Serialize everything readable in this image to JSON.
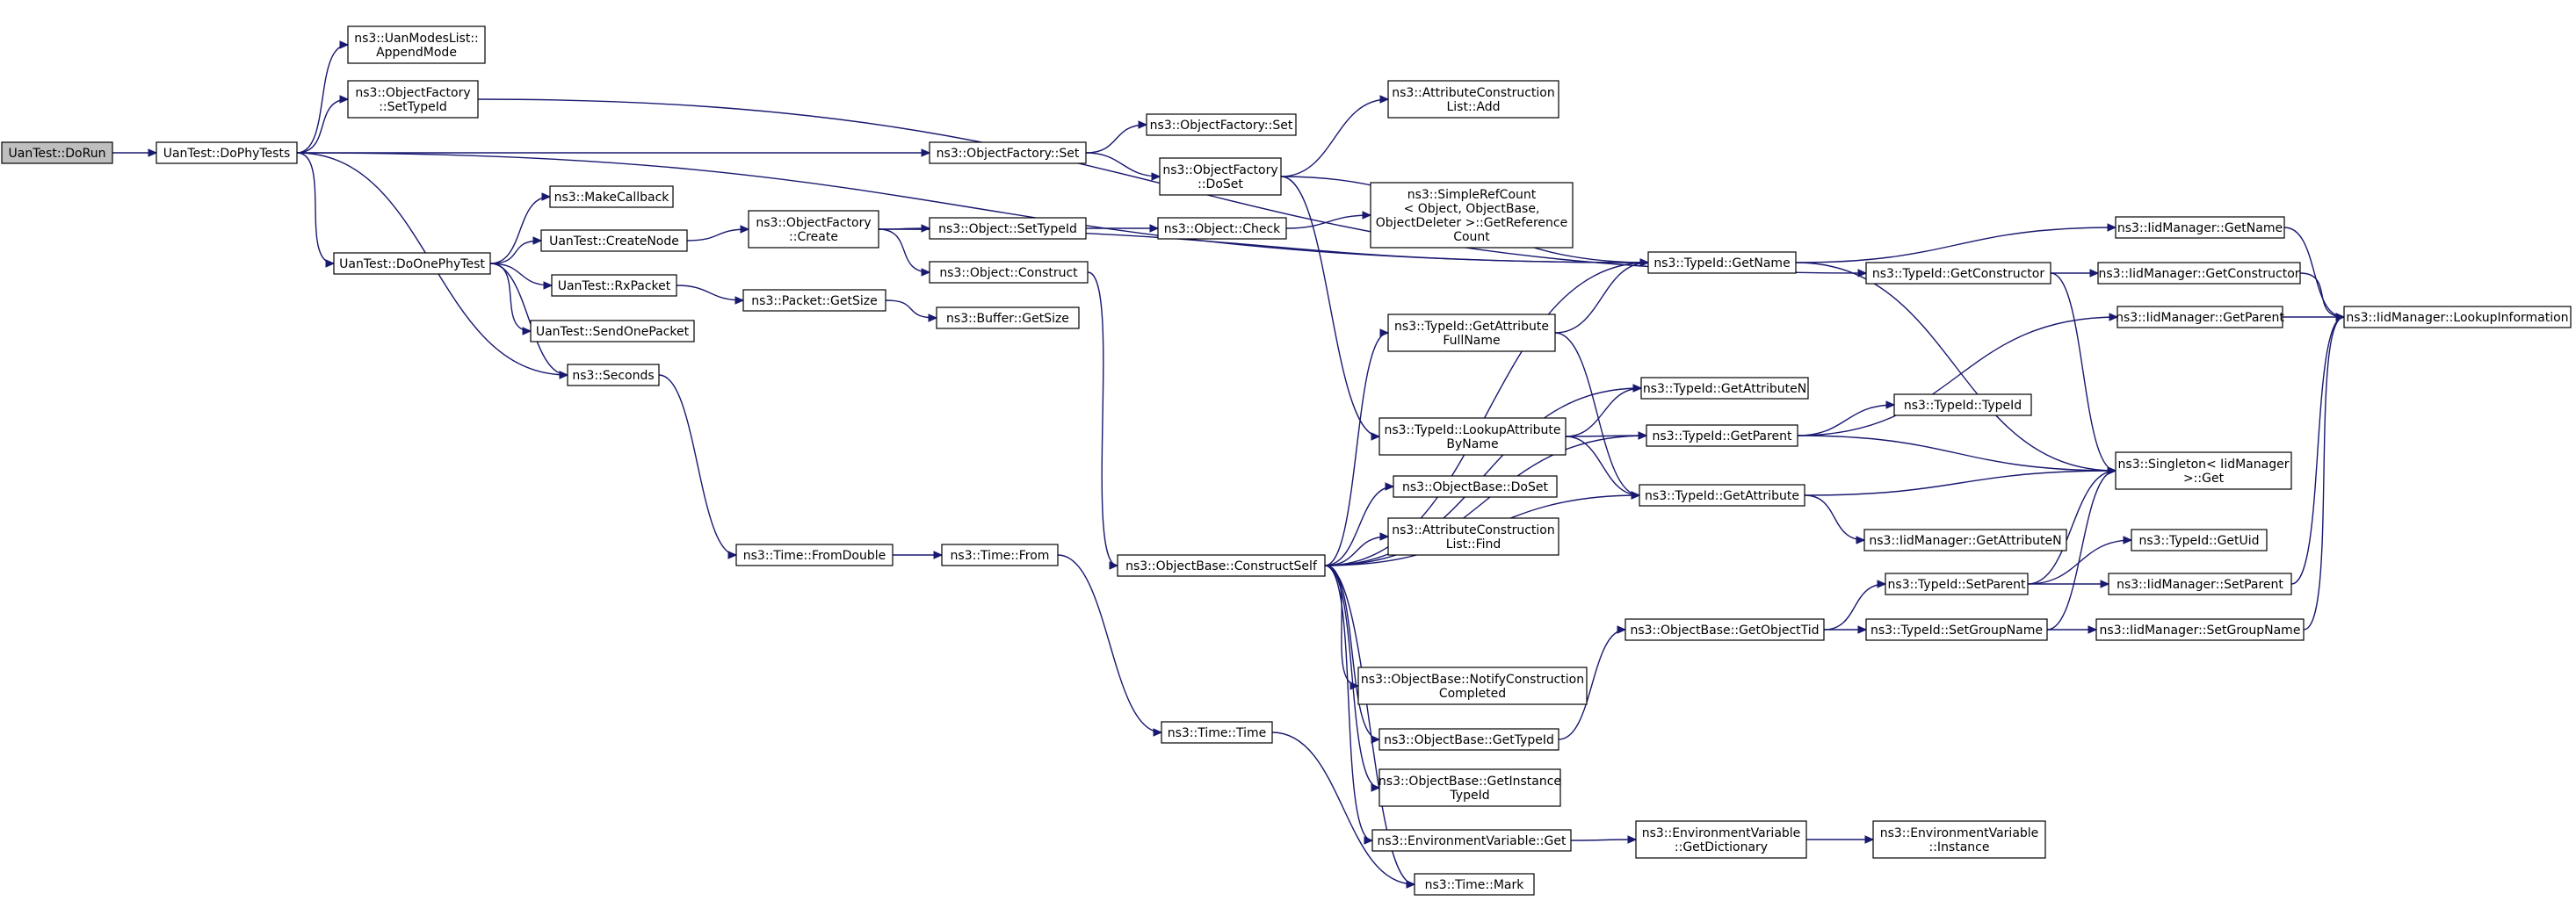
{
  "diagram": {
    "nodes": [
      {
        "id": "dorun",
        "lines": [
          "UanTest::DoRun"
        ],
        "root": true
      },
      {
        "id": "dophytests",
        "lines": [
          "UanTest::DoPhyTests"
        ]
      },
      {
        "id": "appendmode",
        "lines": [
          "ns3::UanModesList::",
          "AppendMode"
        ]
      },
      {
        "id": "ofsettypeid",
        "lines": [
          "ns3::ObjectFactory",
          "::SetTypeId"
        ]
      },
      {
        "id": "ofset",
        "lines": [
          "ns3::ObjectFactory::Set"
        ]
      },
      {
        "id": "ofset2",
        "lines": [
          "ns3::ObjectFactory::Set"
        ]
      },
      {
        "id": "ofdoset",
        "lines": [
          "ns3::ObjectFactory",
          "::DoSet"
        ]
      },
      {
        "id": "acladd",
        "lines": [
          "ns3::AttributeConstruction",
          "List::Add"
        ]
      },
      {
        "id": "makecallback",
        "lines": [
          "ns3::MakeCallback"
        ]
      },
      {
        "id": "doonephytest",
        "lines": [
          "UanTest::DoOnePhyTest"
        ]
      },
      {
        "id": "createnode",
        "lines": [
          "UanTest::CreateNode"
        ]
      },
      {
        "id": "ofcreate",
        "lines": [
          "ns3::ObjectFactory",
          "::Create"
        ]
      },
      {
        "id": "objsettypeid",
        "lines": [
          "ns3::Object::SetTypeId"
        ]
      },
      {
        "id": "objcheck",
        "lines": [
          "ns3::Object::Check"
        ]
      },
      {
        "id": "simplerefcount",
        "lines": [
          "ns3::SimpleRefCount",
          "< Object, ObjectBase,",
          "ObjectDeleter >::GetReference",
          "Count"
        ]
      },
      {
        "id": "objconstruct",
        "lines": [
          "ns3::Object::Construct"
        ]
      },
      {
        "id": "rxpacket",
        "lines": [
          "UanTest::RxPacket"
        ]
      },
      {
        "id": "packetgetsize",
        "lines": [
          "ns3::Packet::GetSize"
        ]
      },
      {
        "id": "buffergetsize",
        "lines": [
          "ns3::Buffer::GetSize"
        ]
      },
      {
        "id": "sendonepacket",
        "lines": [
          "UanTest::SendOnePacket"
        ]
      },
      {
        "id": "seconds",
        "lines": [
          "ns3::Seconds"
        ]
      },
      {
        "id": "timefromdouble",
        "lines": [
          "ns3::Time::FromDouble"
        ]
      },
      {
        "id": "timefrom",
        "lines": [
          "ns3::Time::From"
        ]
      },
      {
        "id": "timetime",
        "lines": [
          "ns3::Time::Time"
        ]
      },
      {
        "id": "timemark",
        "lines": [
          "ns3::Time::Mark"
        ]
      },
      {
        "id": "constructself",
        "lines": [
          "ns3::ObjectBase::ConstructSelf"
        ]
      },
      {
        "id": "tidgetattrfullname",
        "lines": [
          "ns3::TypeId::GetAttribute",
          "FullName"
        ]
      },
      {
        "id": "tidlookupattr",
        "lines": [
          "ns3::TypeId::LookupAttribute",
          "ByName"
        ]
      },
      {
        "id": "obdoset",
        "lines": [
          "ns3::ObjectBase::DoSet"
        ]
      },
      {
        "id": "aclfind",
        "lines": [
          "ns3::AttributeConstruction",
          "List::Find"
        ]
      },
      {
        "id": "obnotify",
        "lines": [
          "ns3::ObjectBase::NotifyConstruction",
          "Completed"
        ]
      },
      {
        "id": "obgettypeid",
        "lines": [
          "ns3::ObjectBase::GetTypeId"
        ]
      },
      {
        "id": "obgetinstance",
        "lines": [
          "ns3::ObjectBase::GetInstance",
          "TypeId"
        ]
      },
      {
        "id": "envget",
        "lines": [
          "ns3::EnvironmentVariable::Get"
        ]
      },
      {
        "id": "tidgetname",
        "lines": [
          "ns3::TypeId::GetName"
        ]
      },
      {
        "id": "tidgetattrn",
        "lines": [
          "ns3::TypeId::GetAttributeN"
        ]
      },
      {
        "id": "tidgetparent",
        "lines": [
          "ns3::TypeId::GetParent"
        ]
      },
      {
        "id": "tidgetattr",
        "lines": [
          "ns3::TypeId::GetAttribute"
        ]
      },
      {
        "id": "obgetobjecttid",
        "lines": [
          "ns3::ObjectBase::GetObjectTid"
        ]
      },
      {
        "id": "envgetdict",
        "lines": [
          "ns3::EnvironmentVariable",
          "::GetDictionary"
        ]
      },
      {
        "id": "tidgetconstructor",
        "lines": [
          "ns3::TypeId::GetConstructor"
        ]
      },
      {
        "id": "tidtypeid",
        "lines": [
          "ns3::TypeId::TypeId"
        ]
      },
      {
        "id": "iidgetattrn",
        "lines": [
          "ns3::IidManager::GetAttributeN"
        ]
      },
      {
        "id": "tidsetparent",
        "lines": [
          "ns3::TypeId::SetParent"
        ]
      },
      {
        "id": "tidsetgroupname",
        "lines": [
          "ns3::TypeId::SetGroupName"
        ]
      },
      {
        "id": "envinstance",
        "lines": [
          "ns3::EnvironmentVariable",
          "::Instance"
        ]
      },
      {
        "id": "iidgetname",
        "lines": [
          "ns3::IidManager::GetName"
        ]
      },
      {
        "id": "iidgetconstructor",
        "lines": [
          "ns3::IidManager::GetConstructor"
        ]
      },
      {
        "id": "iidgetparent",
        "lines": [
          "ns3::IidManager::GetParent"
        ]
      },
      {
        "id": "singleton",
        "lines": [
          "ns3::Singleton< IidManager",
          ">::Get"
        ]
      },
      {
        "id": "tidgetuid",
        "lines": [
          "ns3::TypeId::GetUid"
        ]
      },
      {
        "id": "iidsetparent",
        "lines": [
          "ns3::IidManager::SetParent"
        ]
      },
      {
        "id": "iidsetgroupname",
        "lines": [
          "ns3::IidManager::SetGroupName"
        ]
      },
      {
        "id": "iidlookup",
        "lines": [
          "ns3::IidManager::LookupInformation"
        ]
      }
    ],
    "edges": [
      [
        "dorun",
        "dophytests"
      ],
      [
        "dophytests",
        "appendmode"
      ],
      [
        "dophytests",
        "ofsettypeid"
      ],
      [
        "dophytests",
        "ofset"
      ],
      [
        "dophytests",
        "doonephytest"
      ],
      [
        "dophytests",
        "seconds"
      ],
      [
        "dophytests",
        "tidgetname"
      ],
      [
        "ofsettypeid",
        "tidgetconstructor"
      ],
      [
        "ofset",
        "ofset2"
      ],
      [
        "ofset",
        "ofdoset"
      ],
      [
        "ofdoset",
        "acladd"
      ],
      [
        "ofdoset",
        "tidgetname"
      ],
      [
        "ofdoset",
        "tidlookupattr"
      ],
      [
        "doonephytest",
        "makecallback"
      ],
      [
        "doonephytest",
        "createnode"
      ],
      [
        "doonephytest",
        "rxpacket"
      ],
      [
        "doonephytest",
        "sendonepacket"
      ],
      [
        "doonephytest",
        "seconds"
      ],
      [
        "createnode",
        "ofcreate"
      ],
      [
        "ofcreate",
        "objsettypeid"
      ],
      [
        "ofcreate",
        "objconstruct"
      ],
      [
        "ofcreate",
        "tidgetname"
      ],
      [
        "objsettypeid",
        "objcheck"
      ],
      [
        "objcheck",
        "simplerefcount"
      ],
      [
        "objconstruct",
        "constructself"
      ],
      [
        "rxpacket",
        "packetgetsize"
      ],
      [
        "packetgetsize",
        "buffergetsize"
      ],
      [
        "seconds",
        "timefromdouble"
      ],
      [
        "timefromdouble",
        "timefrom"
      ],
      [
        "timefrom",
        "timetime"
      ],
      [
        "timetime",
        "timemark"
      ],
      [
        "constructself",
        "tidgetattrfullname"
      ],
      [
        "constructself",
        "obdoset"
      ],
      [
        "constructself",
        "aclfind"
      ],
      [
        "constructself",
        "obnotify"
      ],
      [
        "constructself",
        "obgettypeid"
      ],
      [
        "constructself",
        "obgetinstance"
      ],
      [
        "constructself",
        "envget"
      ],
      [
        "constructself",
        "tidgetname"
      ],
      [
        "constructself",
        "tidgetattrn"
      ],
      [
        "constructself",
        "tidgetparent"
      ],
      [
        "constructself",
        "tidgetattr"
      ],
      [
        "constructself",
        "timemark"
      ],
      [
        "tidgetattrfullname",
        "tidgetname"
      ],
      [
        "tidgetattrfullname",
        "tidgetattr"
      ],
      [
        "tidlookupattr",
        "tidgetattrn"
      ],
      [
        "tidlookupattr",
        "tidgetparent"
      ],
      [
        "tidlookupattr",
        "tidgetattr"
      ],
      [
        "obgettypeid",
        "obgetobjecttid"
      ],
      [
        "obgetobjecttid",
        "tidsetparent"
      ],
      [
        "obgetobjecttid",
        "tidsetgroupname"
      ],
      [
        "envget",
        "envgetdict"
      ],
      [
        "envgetdict",
        "envinstance"
      ],
      [
        "tidgetname",
        "iidgetname"
      ],
      [
        "tidgetname",
        "singleton"
      ],
      [
        "tidgetparent",
        "iidgetparent"
      ],
      [
        "tidgetparent",
        "tidtypeid"
      ],
      [
        "tidgetparent",
        "singleton"
      ],
      [
        "tidgetattr",
        "singleton"
      ],
      [
        "tidgetattr",
        "iidgetattrn"
      ],
      [
        "tidgetconstructor",
        "iidgetconstructor"
      ],
      [
        "tidgetconstructor",
        "singleton"
      ],
      [
        "tidsetparent",
        "singleton"
      ],
      [
        "tidsetparent",
        "tidgetuid"
      ],
      [
        "tidsetparent",
        "iidsetparent"
      ],
      [
        "tidsetgroupname",
        "singleton"
      ],
      [
        "tidsetgroupname",
        "iidsetgroupname"
      ],
      [
        "iidgetname",
        "iidlookup"
      ],
      [
        "iidgetconstructor",
        "iidlookup"
      ],
      [
        "iidgetparent",
        "iidlookup"
      ],
      [
        "iidsetparent",
        "iidlookup"
      ],
      [
        "iidsetgroupname",
        "iidlookup"
      ]
    ]
  }
}
